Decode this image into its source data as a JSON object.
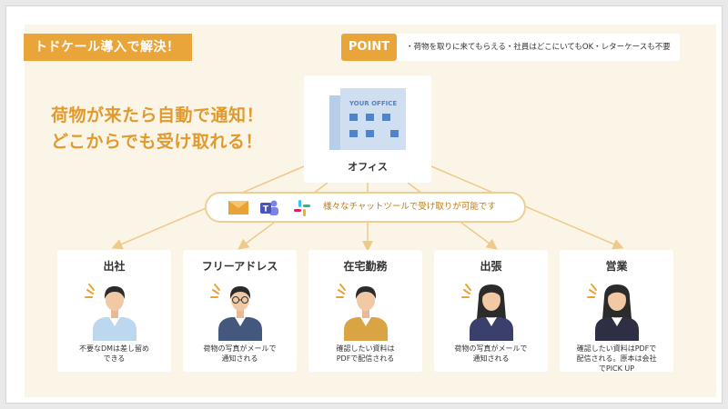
{
  "title_tag": "トドケール導入で解決！",
  "point": {
    "badge": "POINT",
    "text": "・荷物を取りに来てもらえる・社員はどこにいてもOK・レターケースも不要"
  },
  "headline": {
    "line1": "荷物が来たら自動で通知！",
    "line2": "どこからでも受け取れる！"
  },
  "office": {
    "sign": "YOUR OFFICE",
    "label": "オフィス"
  },
  "tools": {
    "icons": [
      "mail-icon",
      "teams-icon",
      "slack-icon"
    ],
    "text": "様々なチャットツールで受け取りが可能です"
  },
  "cards": [
    {
      "title": "出社",
      "desc": "不要なDMは差し留め\nできる",
      "shirt": "#bcd7ee",
      "hair": "#2b2b2b",
      "gender": "m",
      "glasses": false
    },
    {
      "title": "フリーアドレス",
      "desc": "荷物の写真がメールで\n通知される",
      "shirt": "#44577d",
      "hair": "#2b2b2b",
      "gender": "m",
      "glasses": true
    },
    {
      "title": "在宅勤務",
      "desc": "確認したい資料は\nPDFで配信される",
      "shirt": "#d8a444",
      "hair": "#2b2b2b",
      "gender": "m",
      "glasses": false
    },
    {
      "title": "出張",
      "desc": "荷物の写真がメールで\n通知される",
      "shirt": "#3a3f6b",
      "hair": "#2b2b2b",
      "gender": "f",
      "glasses": false
    },
    {
      "title": "営業",
      "desc": "確認したい資料はPDFで\n配信される。原本は会社\nでPICK UP",
      "shirt": "#2e2e44",
      "hair": "#2b2b2b",
      "gender": "f2",
      "glasses": false
    }
  ],
  "colors": {
    "accent": "#eaa53a",
    "headline": "#e09a2e",
    "background": "#fbf5e8",
    "connector": "#efc987",
    "building": "#b8cde8",
    "window": "#4f85c8"
  }
}
